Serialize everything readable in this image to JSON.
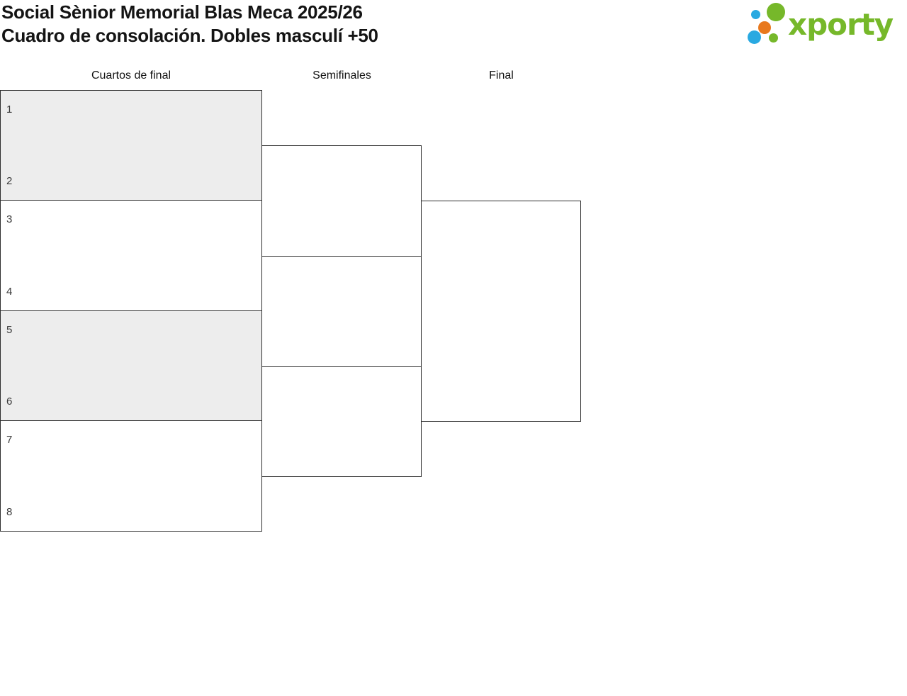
{
  "page": {
    "title_line1": "Social Sènior Memorial Blas Meca 2025/26",
    "title_line2": "Cuadro de consolación. Dobles masculí +50"
  },
  "logo": {
    "wordmark": "xporty",
    "brand_colors": {
      "green": "#76b82a",
      "blue": "#29a9e1",
      "orange": "#e8781d"
    }
  },
  "bracket": {
    "rounds": [
      {
        "label": "Cuartos de final"
      },
      {
        "label": "Semifinales"
      },
      {
        "label": "Final"
      }
    ],
    "quarterfinals": [
      {
        "seed_top": "1",
        "seed_bottom": "2",
        "shaded": true
      },
      {
        "seed_top": "3",
        "seed_bottom": "4",
        "shaded": false
      },
      {
        "seed_top": "5",
        "seed_bottom": "6",
        "shaded": true
      },
      {
        "seed_top": "7",
        "seed_bottom": "8",
        "shaded": false
      }
    ],
    "colors": {
      "shaded_match_bg": "#ededed",
      "match_border": "#2e2e2e"
    }
  }
}
